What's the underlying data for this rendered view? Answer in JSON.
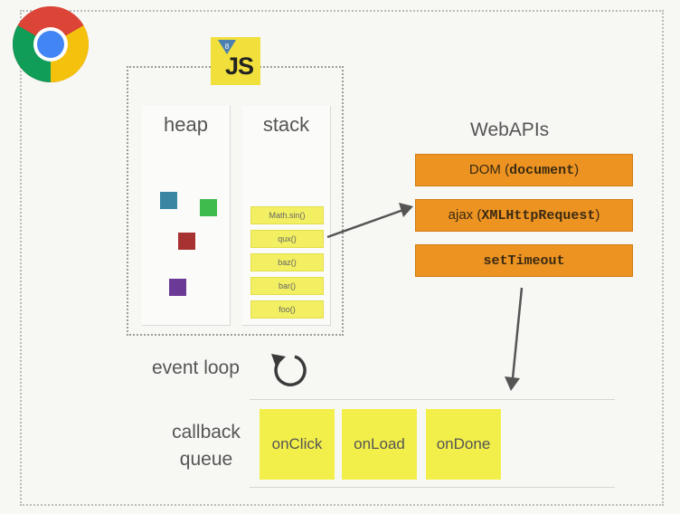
{
  "colors": {
    "api_box": "#ec9322",
    "queue_item": "#f2ef4a",
    "stack_frame": "#f2ef62",
    "heap_squares": [
      "#3a86a3",
      "#3fbb4e",
      "#a63232",
      "#6b3a97"
    ]
  },
  "logos": {
    "browser": "chrome-icon",
    "engine": "js-logo"
  },
  "js_logo_text": "JS",
  "heap": {
    "title": "heap"
  },
  "stack": {
    "title": "stack",
    "frames": [
      "Math.sin()",
      "qux()",
      "baz()",
      "bar()",
      "foo()"
    ]
  },
  "webapis": {
    "title": "WebAPIs",
    "items": [
      {
        "prefix": "DOM (",
        "code": "document",
        "suffix": ")"
      },
      {
        "prefix": "ajax (",
        "code": "XMLHttpRequest",
        "suffix": ")"
      },
      {
        "prefix": "",
        "code": "setTimeout",
        "suffix": ""
      }
    ]
  },
  "event_loop": {
    "label": "event loop"
  },
  "callback_queue": {
    "label_line1": "callback",
    "label_line2": "queue",
    "items": [
      "onClick",
      "onLoad",
      "onDone"
    ]
  }
}
